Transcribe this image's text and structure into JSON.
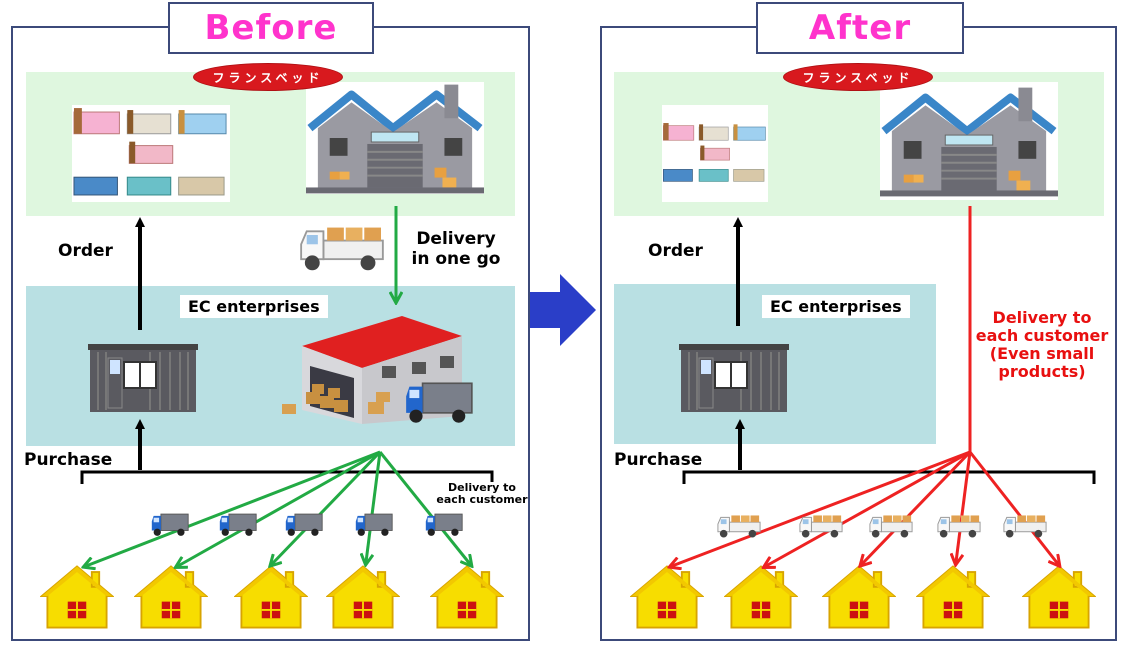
{
  "before": {
    "title": "Before",
    "brand_logo": "フランスベッド",
    "order_label": "Order",
    "delivery_label_line1": "Delivery",
    "delivery_label_line2": "in one go",
    "ec_label": "EC enterprises",
    "purchase_label": "Purchase",
    "delivery_each_line1": "Delivery to",
    "delivery_each_line2": "each customer"
  },
  "after": {
    "title": "After",
    "brand_logo": "フランスベッド",
    "order_label": "Order",
    "ec_label": "EC enterprises",
    "purchase_label": "Purchase",
    "delivery_lines": [
      "Delivery to",
      "each customer",
      "(Even small",
      "products)"
    ]
  },
  "colors": {
    "panel_border": "#3c4a7a",
    "factory_zone": "#dff7df",
    "ec_zone": "#b9e0e3",
    "green_arrow": "#22aa44",
    "red_arrow": "#ee2222",
    "transition_arrow": "#2a3ec8",
    "house_yellow": "#f7dd00",
    "title_pink": "#ff33cc",
    "delivery_red_text": "#e81010"
  },
  "icons": [
    "bed-icon",
    "warehouse-icon",
    "truck-icon",
    "container-office-icon",
    "house-icon",
    "arrow-right-icon"
  ]
}
